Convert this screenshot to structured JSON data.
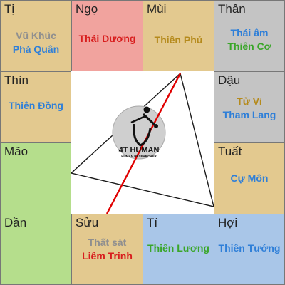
{
  "palaces": {
    "ti_ty": {
      "branch": "Tị",
      "stars": [
        "Vũ Khúc",
        "Phá Quân"
      ]
    },
    "ngo": {
      "branch": "Ngọ",
      "stars": [
        "Thái Dương"
      ]
    },
    "mui": {
      "branch": "Mùi",
      "stars": [
        "Thiên Phủ"
      ]
    },
    "than": {
      "branch": "Thân",
      "stars": [
        "Thái âm",
        "Thiên Cơ"
      ]
    },
    "thin": {
      "branch": "Thìn",
      "stars": [
        "Thiên Đồng"
      ]
    },
    "dau": {
      "branch": "Dậu",
      "stars": [
        "Tử Vi",
        "Tham Lang"
      ]
    },
    "mao": {
      "branch": "Mão",
      "stars": []
    },
    "tuat": {
      "branch": "Tuất",
      "stars": [
        "Cự Môn"
      ]
    },
    "dan": {
      "branch": "Dần",
      "stars": []
    },
    "suu": {
      "branch": "Sửu",
      "stars": [
        "Thất sát",
        "Liêm Trinh"
      ]
    },
    "ti_ty2": {
      "branch": "Tí",
      "stars": [
        "Thiên Lương"
      ]
    },
    "hoi": {
      "branch": "Hợi",
      "stars": [
        "Thiên Tướng"
      ]
    }
  },
  "logo": {
    "main": "4T HUMAN",
    "sub": "HUMAN RESEARCHER"
  },
  "colors": {
    "tan": "#e3c98f",
    "pink": "#f1a39e",
    "blue": "#a9c6e8",
    "gray": "#c4c4c4",
    "green": "#b5de8c",
    "star_gray": "#8f8f8f",
    "star_blue": "#2f7fd8",
    "star_red": "#d81e1e",
    "star_gold": "#b58a1c",
    "star_green": "#3aa62a",
    "line_red": "#e00000"
  }
}
